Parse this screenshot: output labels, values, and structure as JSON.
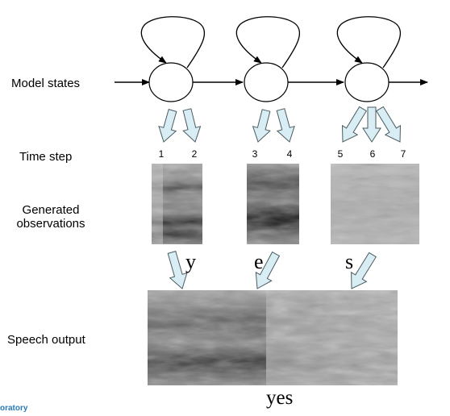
{
  "labels": {
    "model_states": "Model states",
    "time_step": "Time step",
    "generated_observations_line1": "Generated",
    "generated_observations_line2": "observations",
    "speech_output": "Speech output"
  },
  "time_steps": [
    "1",
    "2",
    "3",
    "4",
    "5",
    "6",
    "7"
  ],
  "phones": [
    "y",
    "e",
    "s"
  ],
  "word": "yes",
  "footer_fragment": "oratory",
  "colors": {
    "arrow_fill": "#d9eef4",
    "arrow_stroke": "#4a5a60",
    "footer_text": "#2a7ab8"
  }
}
